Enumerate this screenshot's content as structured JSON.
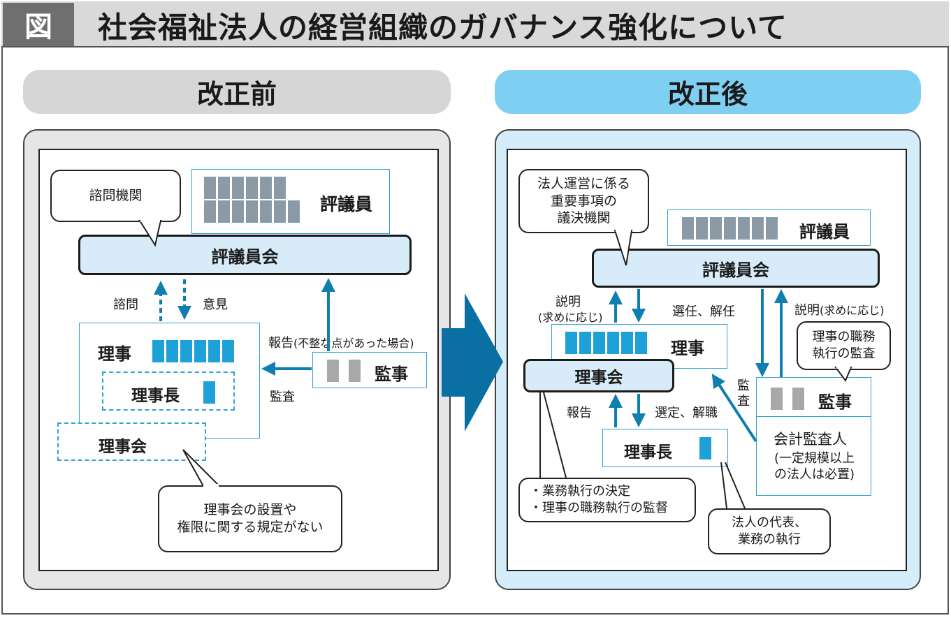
{
  "title": {
    "zu": "図",
    "text": "社会福祉法人の経営組織のガバナンス強化について"
  },
  "before": {
    "label": "改正前",
    "callout_advisory": "諮問機関",
    "hyogiin_label": "評議員",
    "hyogiinkai": "評議員会",
    "shimon": "諮問",
    "iken": "意見",
    "houkoku": "報告",
    "houkoku_cond": "(不整な点があった場合)",
    "riji_label": "理事",
    "rijicho_label": "理事長",
    "kanji_label": "監事",
    "kansa": "監査",
    "rijikai_label": "理事会",
    "callout_rijikai": [
      "理事会の設置や",
      "権限に関する規定がない"
    ]
  },
  "after": {
    "label": "改正後",
    "callout_decision": [
      "法人運営に係る",
      "重要事項の",
      "議決機関"
    ],
    "hyogiin_label": "評議員",
    "hyogiinkai": "評議員会",
    "setsumei_left": "説明",
    "setsumei_left_note": "(求めに応じ)",
    "sennin_kainin": "選任、解任",
    "setsumei_right": "説明",
    "setsumei_right_note": "(求めに応じ)",
    "riji_label": "理事",
    "rijikai_label": "理事会",
    "kanji_callout": [
      "理事の職務",
      "執行の監査"
    ],
    "kansa_vertical": "監査",
    "kanji_label": "監事",
    "houkoku": "報告",
    "sentei_kaishoku": "選定、解職",
    "rijicho_label": "理事長",
    "kaikei_label": "会計監査人",
    "kaikei_note": [
      "(一定規模以上",
      "の法人は必置)"
    ],
    "rijikai_callout": [
      "・業務執行の決定",
      "・理事の職務執行の監督"
    ],
    "rijicho_callout": [
      "法人の代表、",
      "業務の執行"
    ]
  }
}
